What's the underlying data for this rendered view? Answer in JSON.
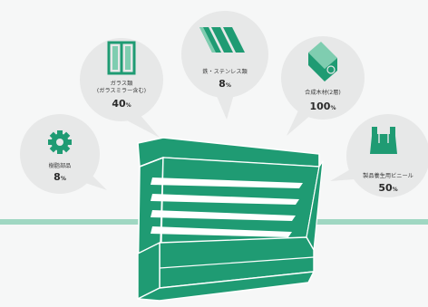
{
  "colors": {
    "accent": "#1f9b73",
    "accent_light": "#7fcdb0",
    "bubble": "#e7e8e8",
    "line": "#9fd7c2"
  },
  "materials": [
    {
      "label_lines": [
        "樹脂部品"
      ],
      "percent": "8",
      "unit": "%",
      "icon": "gear-icon"
    },
    {
      "label_lines": [
        "ガラス類",
        "(ガラスミラー含む)"
      ],
      "percent": "40",
      "unit": "%",
      "icon": "glass-panel-icon"
    },
    {
      "label_lines": [
        "鉄・ステンレス類"
      ],
      "percent": "8",
      "unit": "%",
      "icon": "steel-sheet-icon"
    },
    {
      "label_lines": [
        "合成木材(2層)"
      ],
      "percent": "100",
      "unit": "%",
      "icon": "lumber-icon"
    },
    {
      "label_lines": [
        "製品養生用ビニール"
      ],
      "percent": "50",
      "unit": "%",
      "icon": "plastic-bag-icon"
    }
  ]
}
